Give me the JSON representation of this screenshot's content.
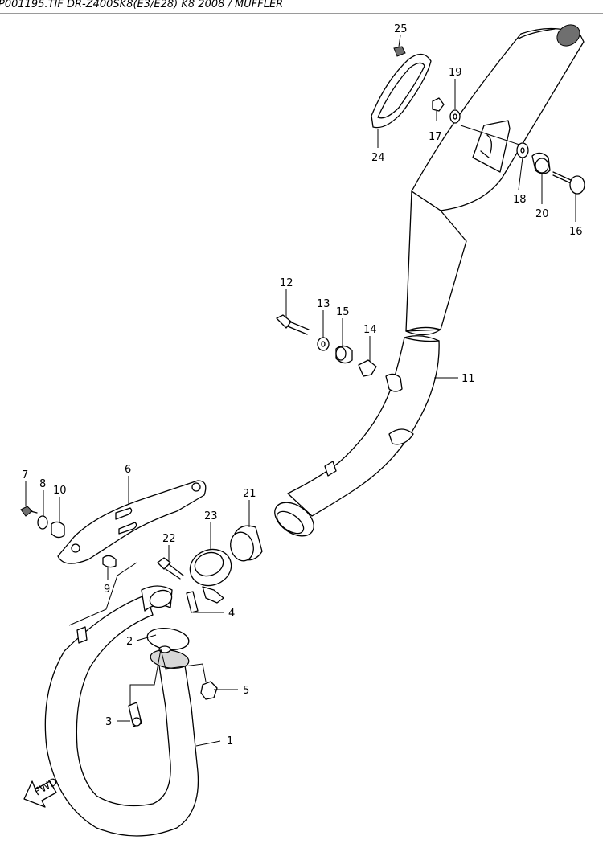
{
  "header": {
    "title": "P001195.TIF DR-Z400SK8(E3/E28) K8 2008 / MUFFLER"
  },
  "direction_marker": {
    "label": "FWD"
  },
  "parts": [
    {
      "ref": "1"
    },
    {
      "ref": "2"
    },
    {
      "ref": "3"
    },
    {
      "ref": "4"
    },
    {
      "ref": "5"
    },
    {
      "ref": "6"
    },
    {
      "ref": "7"
    },
    {
      "ref": "8"
    },
    {
      "ref": "9"
    },
    {
      "ref": "10"
    },
    {
      "ref": "11"
    },
    {
      "ref": "12"
    },
    {
      "ref": "13"
    },
    {
      "ref": "14"
    },
    {
      "ref": "15"
    },
    {
      "ref": "16"
    },
    {
      "ref": "17"
    },
    {
      "ref": "18"
    },
    {
      "ref": "19"
    },
    {
      "ref": "20"
    },
    {
      "ref": "21"
    },
    {
      "ref": "22"
    },
    {
      "ref": "23"
    },
    {
      "ref": "24"
    },
    {
      "ref": "25"
    }
  ]
}
